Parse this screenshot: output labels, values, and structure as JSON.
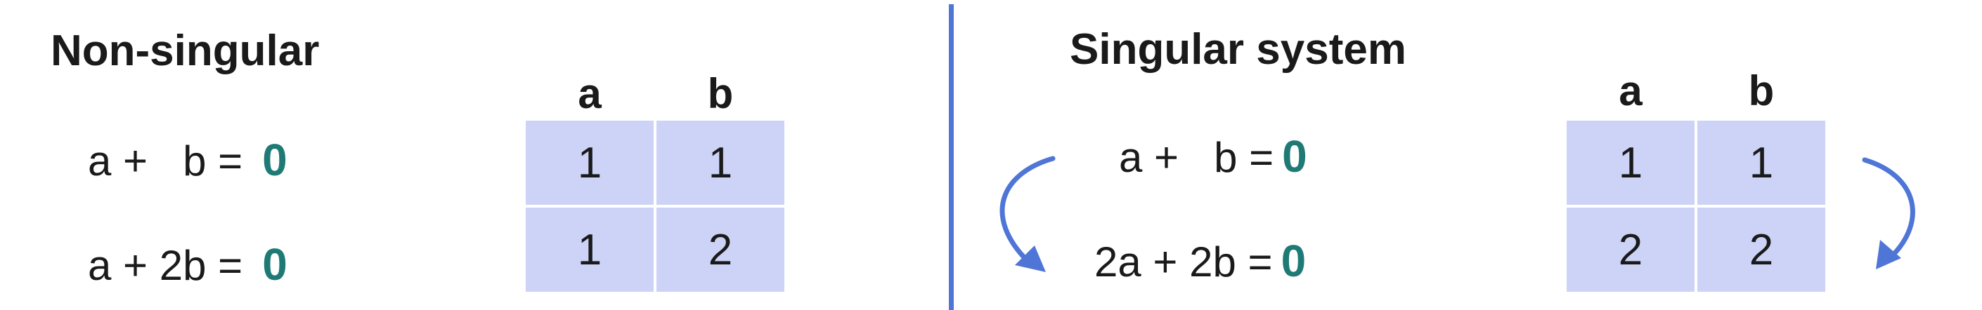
{
  "left": {
    "title": "Non-singular",
    "equations": [
      {
        "lhs": "a +   b =",
        "rhs": "0"
      },
      {
        "lhs": "a + 2b =",
        "rhs": "0"
      }
    ],
    "matrix": {
      "headers": [
        "a",
        "b"
      ],
      "rows": [
        [
          "1",
          "1"
        ],
        [
          "1",
          "2"
        ]
      ]
    }
  },
  "right": {
    "title": "Singular system",
    "equations": [
      {
        "lhs": "a +   b =",
        "rhs": "0"
      },
      {
        "lhs": "2a + 2b =",
        "rhs": "0"
      }
    ],
    "matrix": {
      "headers": [
        "a",
        "b"
      ],
      "rows": [
        [
          "1",
          "1"
        ],
        [
          "2",
          "2"
        ]
      ]
    }
  },
  "colors": {
    "zero_text": "#1f7a75",
    "cell_fill": "#ccd3f6",
    "divider": "#4f76d6",
    "arrow": "#4f76d6"
  },
  "icons": [
    "curved-arrow-left-icon",
    "curved-arrow-right-icon"
  ]
}
